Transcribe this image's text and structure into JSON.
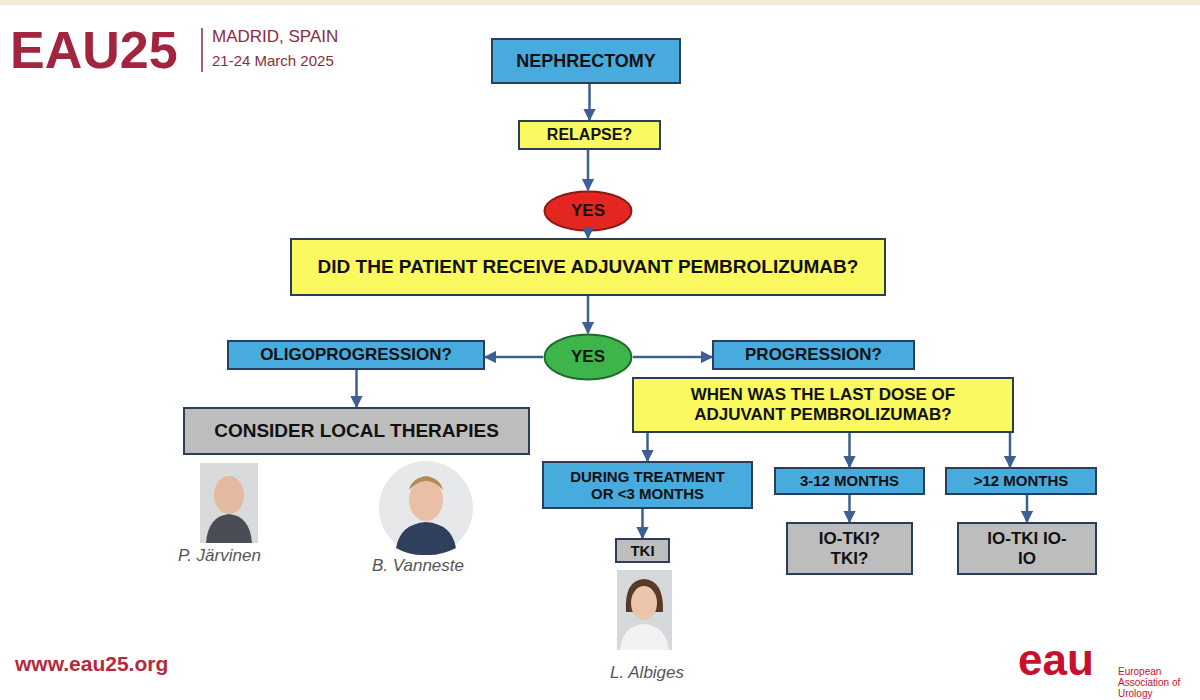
{
  "diagram": {
    "nodes": [
      {
        "text": [
          "NEPHRECTOMY"
        ]
      },
      {
        "text": [
          "RELAPSE?"
        ]
      },
      {
        "text": [
          "YES"
        ]
      },
      {
        "text": [
          "DID THE PATIENT RECEIVE ADJUVANT PEMBROLIZUMAB?"
        ]
      },
      {
        "text": [
          "YES"
        ]
      },
      {
        "text": [
          "OLIGOPROGRESSION?"
        ]
      },
      {
        "text": [
          "PROGRESSION?"
        ]
      },
      {
        "text": [
          "CONSIDER LOCAL THERAPIES"
        ]
      },
      {
        "text": [
          "WHEN WAS THE LAST DOSE OF ADJUVANT PEMBROLIZUMAB?"
        ]
      },
      {
        "text": [
          "DURING TREATMENT OR <3 MONTHS"
        ]
      },
      {
        "text": [
          "3-12 MONTHS"
        ]
      },
      {
        "text": [
          ">12 MONTHS"
        ]
      },
      {
        "text": [
          "TKI"
        ]
      },
      {
        "text": [
          "IO-TKI? TKI?"
        ]
      },
      {
        "text": [
          "IO-TKI IO-IO"
        ]
      }
    ],
    "edges": [
      {
        "from": 0,
        "to": 1,
        "arrow": "to"
      },
      {
        "from": 1,
        "to": 2,
        "arrow": "to"
      },
      {
        "from": 2,
        "to": 3,
        "arrow": "to"
      },
      {
        "from": 3,
        "to": 4,
        "arrow": "to"
      },
      {
        "from": 4,
        "to": 5,
        "arrow": "to"
      },
      {
        "from": 4,
        "to": 6,
        "arrow": "to"
      },
      {
        "from": 5,
        "to": 7,
        "arrow": "to"
      },
      {
        "from": 8,
        "to": 9,
        "arrow": "to"
      },
      {
        "from": 8,
        "to": 10,
        "arrow": "to"
      },
      {
        "from": 8,
        "to": 11,
        "arrow": "to"
      },
      {
        "from": 9,
        "to": 12,
        "arrow": "to"
      },
      {
        "from": 10,
        "to": 13,
        "arrow": "to"
      },
      {
        "from": 11,
        "to": 14,
        "arrow": "to"
      }
    ],
    "labels": [
      "EAU25",
      "MADRID, SPAIN",
      "21-24 March 2025",
      "P. Järvinen",
      "B. Vanneste",
      "L. Albiges",
      "www.eau25.org",
      "eau",
      "European Association of Urology"
    ]
  }
}
